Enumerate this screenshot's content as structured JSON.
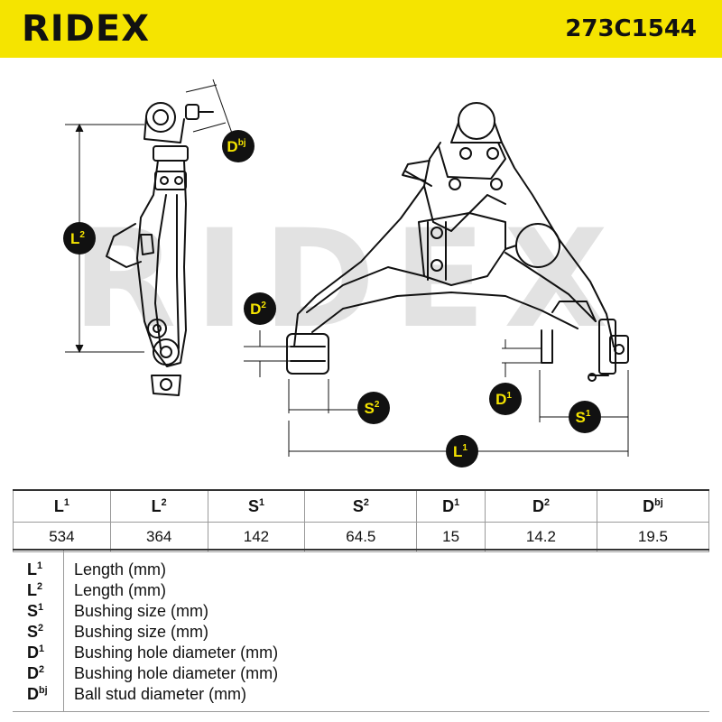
{
  "header": {
    "brand": "RIDEX",
    "part_number": "273C1544"
  },
  "watermark": "RIDEX",
  "drawing": {
    "labels": {
      "L1": {
        "base": "L",
        "sup": "1"
      },
      "L2": {
        "base": "L",
        "sup": "2"
      },
      "S1": {
        "base": "S",
        "sup": "1"
      },
      "S2": {
        "base": "S",
        "sup": "2"
      },
      "D1": {
        "base": "D",
        "sup": "1"
      },
      "D2": {
        "base": "D",
        "sup": "2"
      },
      "Dbj": {
        "base": "D",
        "sup": "bj"
      }
    }
  },
  "specs": {
    "columns": [
      {
        "base": "L",
        "sup": "1",
        "value": "534"
      },
      {
        "base": "L",
        "sup": "2",
        "value": "364"
      },
      {
        "base": "S",
        "sup": "1",
        "value": "142"
      },
      {
        "base": "S",
        "sup": "2",
        "value": "64.5"
      },
      {
        "base": "D",
        "sup": "1",
        "value": "15"
      },
      {
        "base": "D",
        "sup": "2",
        "value": "14.2"
      },
      {
        "base": "D",
        "sup": "bj",
        "value": "19.5"
      }
    ]
  },
  "legend": [
    {
      "base": "L",
      "sup": "1",
      "desc": "Length (mm)"
    },
    {
      "base": "L",
      "sup": "2",
      "desc": "Length (mm)"
    },
    {
      "base": "S",
      "sup": "1",
      "desc": "Bushing size (mm)"
    },
    {
      "base": "S",
      "sup": "2",
      "desc": "Bushing size (mm)"
    },
    {
      "base": "D",
      "sup": "1",
      "desc": "Bushing hole diameter (mm)"
    },
    {
      "base": "D",
      "sup": "2",
      "desc": "Bushing hole diameter (mm)"
    },
    {
      "base": "D",
      "sup": "bj",
      "desc": "Ball stud diameter (mm)"
    }
  ],
  "colors": {
    "accent": "#f5e400",
    "ink": "#111111",
    "watermark": "#e2e2e2"
  }
}
